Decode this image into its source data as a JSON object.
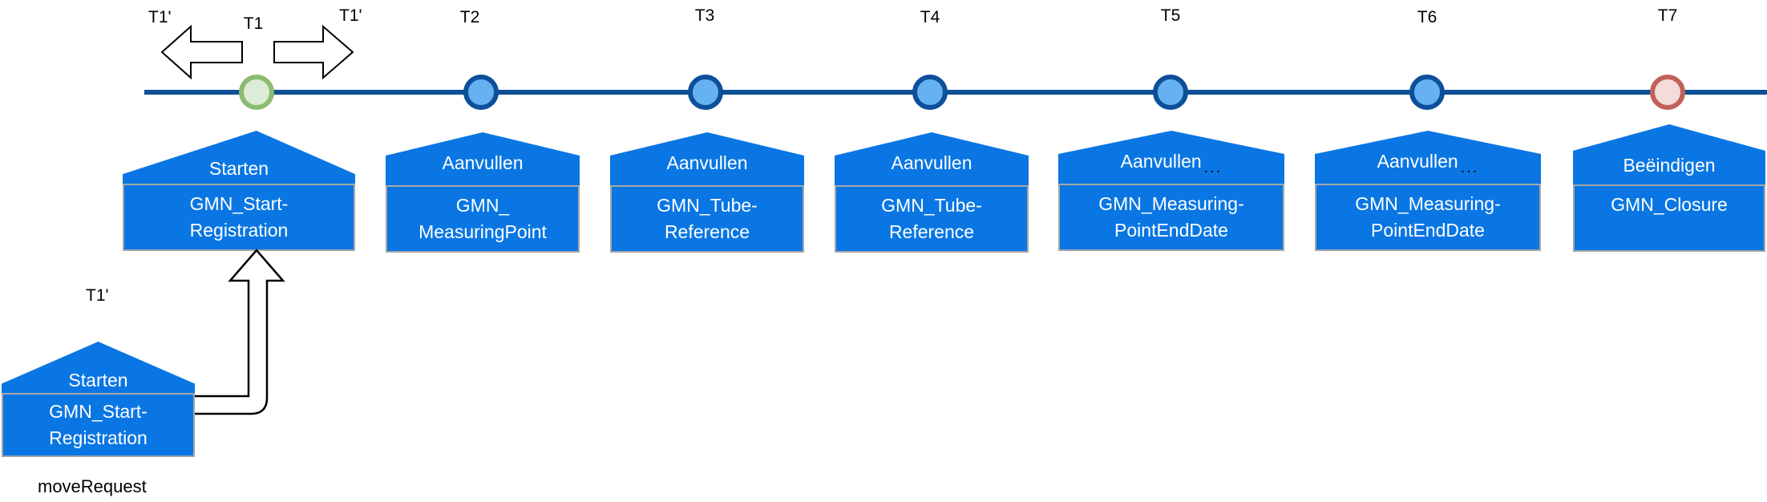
{
  "diagram": {
    "description": "Event timeline with milestones T1-T7 and phase boxes",
    "move_annotation": {
      "t1_prime_left": "T1'",
      "t1_center": "T1",
      "t1_prime_right": "T1'",
      "t1_prime_lower": "T1'",
      "move_request_caption": "moveRequest"
    }
  },
  "milestones": [
    {
      "label": "T1",
      "type": "start"
    },
    {
      "label": "T2",
      "type": "middle"
    },
    {
      "label": "T3",
      "type": "middle"
    },
    {
      "label": "T4",
      "type": "middle"
    },
    {
      "label": "T5",
      "type": "middle"
    },
    {
      "label": "T6",
      "type": "middle"
    },
    {
      "label": "T7",
      "type": "end"
    }
  ],
  "phases": [
    {
      "roof": "Starten",
      "line1": "GMN_Start-",
      "line2": "Registration"
    },
    {
      "roof": "Aanvullen",
      "line1": "GMN_",
      "line2": "MeasuringPoint"
    },
    {
      "roof": "Aanvullen",
      "line1": "GMN_Tube-",
      "line2": "Reference"
    },
    {
      "roof": "Aanvullen",
      "line1": "GMN_Tube-",
      "line2": "Reference"
    },
    {
      "roof": "Aanvullen",
      "dots": "...",
      "line1": "GMN_Measuring-",
      "line2": "PointEndDate"
    },
    {
      "roof": "Aanvullen",
      "dots": "...",
      "line1": "GMN_Measuring-",
      "line2": "PointEndDate"
    },
    {
      "roof": "Beëindigen",
      "line1": "GMN_Closure",
      "line2": ""
    }
  ],
  "moved_phase": {
    "roof": "Starten",
    "line1": "GMN_Start-",
    "line2": "Registration",
    "caption": "moveRequest"
  },
  "colors": {
    "timeline_blue": "#0D5096",
    "circle_border_blue": "#0D4F9A",
    "circle_fill_blue": "#65B1F2",
    "start_circle_border": "#8CBB70",
    "start_circle_fill": "#DEEBD6",
    "end_circle_border": "#C2615C",
    "end_circle_fill": "#F4DCDA",
    "phase_box_blue": "#0A76E3",
    "phase_body_border": "#A6A6A6",
    "phase_text": "#FFFFFF",
    "label_text": "#000000"
  }
}
